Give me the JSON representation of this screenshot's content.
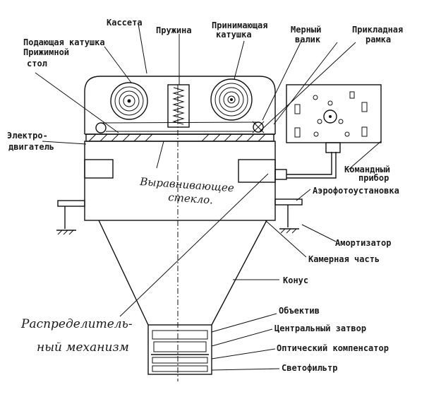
{
  "labels": {
    "cassette": "Кассета",
    "spring": "Пружина",
    "feed_reel": "Подающая катушка",
    "pressure_table_1": "Прижимной",
    "pressure_table_2": "стол",
    "take_reel_1": "Принимающая",
    "take_reel_2": "катушка",
    "metering_roller_1": "Мерный",
    "metering_roller_2": "валик",
    "frame_1": "Прикладная",
    "frame_2": "рамка",
    "motor_1": "Электро-",
    "motor_2": "двигатель",
    "command_1": "Командный",
    "command_2": "прибор",
    "mount": "Аэрофотоустановка",
    "shock": "Амортизатор",
    "camera_part": "Камерная часть",
    "cone": "Конус",
    "lens": "Объектив",
    "shutter": "Центральный затвор",
    "compensator": "Оптический компенсатор",
    "filter": "Светофильтр",
    "glass_1": "Выравнивающее",
    "glass_2": "стекло.",
    "distributor_1": "Распределитель-",
    "distributor_2": "ный механизм"
  }
}
